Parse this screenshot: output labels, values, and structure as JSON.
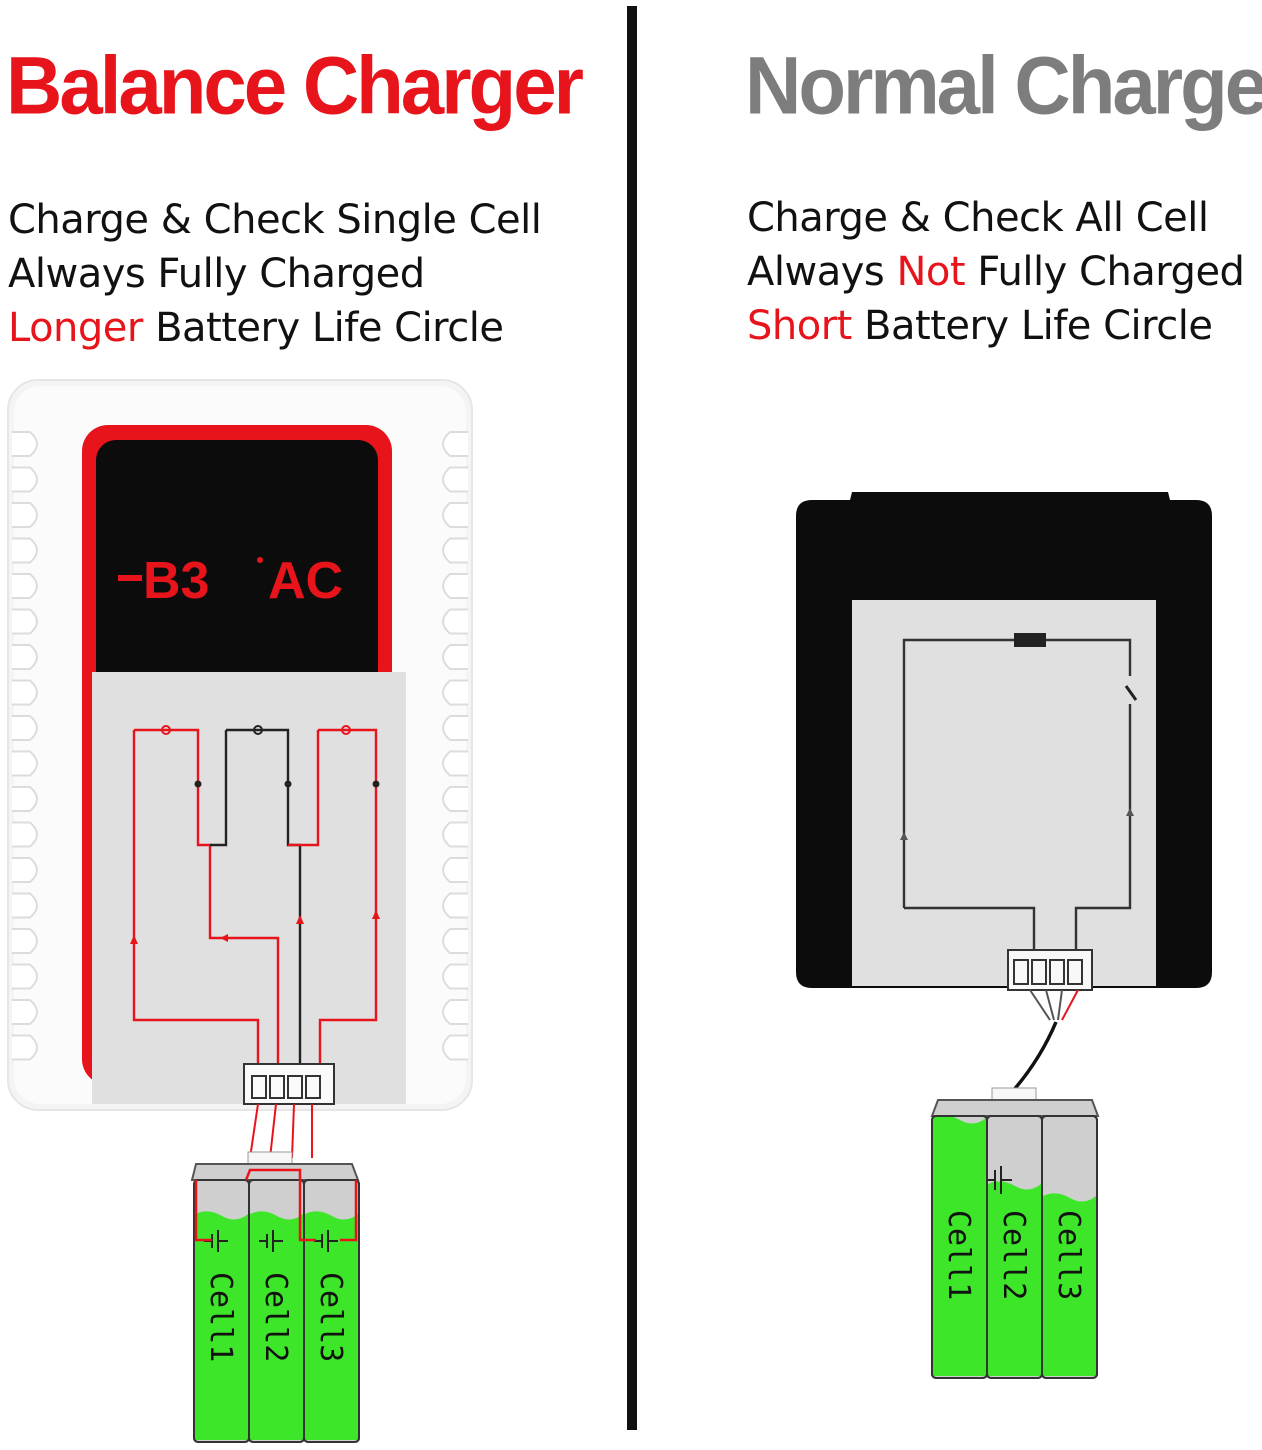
{
  "left": {
    "title": "Balance Charger",
    "line1": "Charge & Check Single Cell",
    "line2": "Always Fully Charged",
    "line3_highlight": "Longer",
    "line3_rest": " Battery Life Circle",
    "logo_b3": "B3",
    "logo_ac": "AC",
    "cells": [
      "Cell1",
      "Cell2",
      "Cell3"
    ]
  },
  "right": {
    "title": "Normal Charger",
    "line1": "Charge & Check All Cell",
    "line2_pre": "Always ",
    "line2_highlight": "Not",
    "line2_post": " Fully Charged",
    "line3_highlight": "Short",
    "line3_rest": " Battery Life Circle",
    "cells": [
      "Cell1",
      "Cell2",
      "Cell3"
    ]
  },
  "colors": {
    "accent_red": "#e8141b",
    "title_gray": "#7d7d7d",
    "cell_green": "#3ee62a",
    "panel_gray": "#e0e0e0"
  }
}
